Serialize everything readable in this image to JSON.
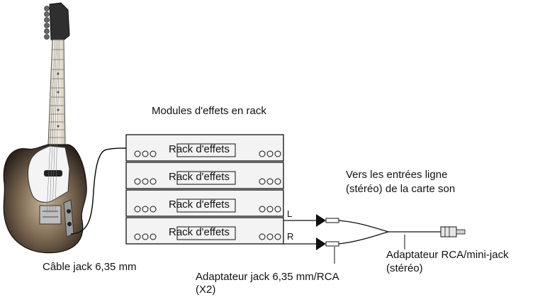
{
  "labels": {
    "rack_title": "Modules d'effets en rack",
    "rack_unit": "Rack d'effets",
    "dest_line1": "Vers les entrées ligne",
    "dest_line2": "(stéréo) de la carte son",
    "channel_left": "L",
    "channel_right": "R",
    "guitar_cable": "Câble jack 6,35 mm",
    "jack_adapter_line1": "Adaptateur jack 6,35 mm/RCA",
    "jack_adapter_line2": "(X2)",
    "rca_adapter_line1": "Adaptateur RCA/mini-jack",
    "rca_adapter_line2": "(stéréo)"
  },
  "colors": {
    "rack_fill": "#f3f3f3",
    "stroke": "#111111",
    "guitar_body": "#5a4a3c",
    "pickguard": "#f4f4f4",
    "neck": "#e9e4d8"
  }
}
